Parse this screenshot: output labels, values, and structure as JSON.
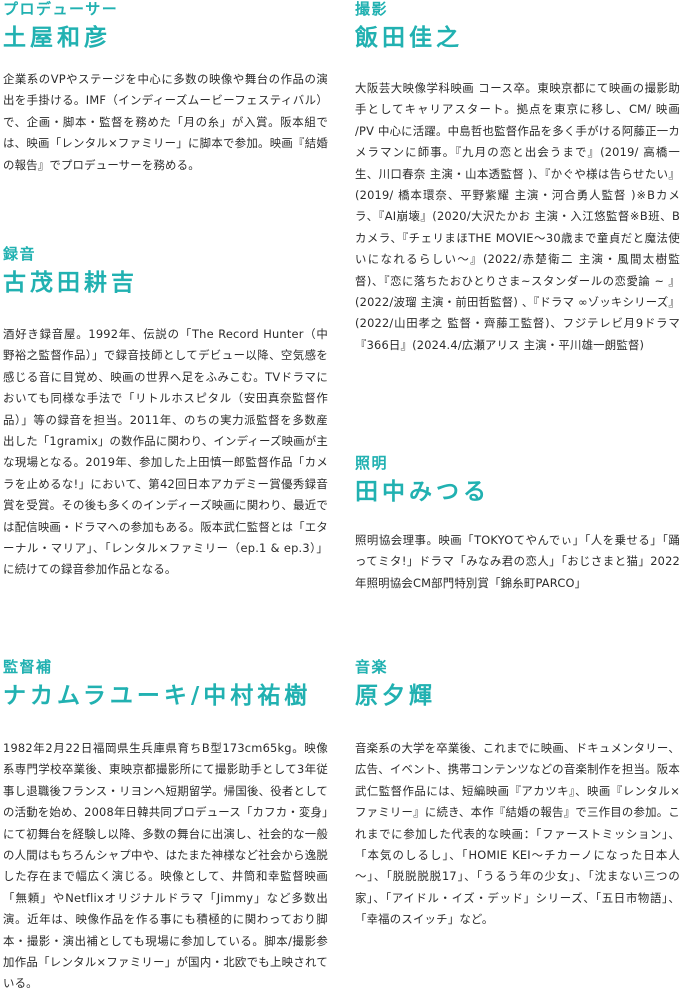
{
  "producer": {
    "role": "プロデューサー",
    "name": "土屋和彦",
    "bio": "企業系のVPやステージを中心に多数の映像や舞台の作品の演出を手掛ける。IMF（インディーズムービーフェスティバル）で、企画・脚本・監督を務めた「月の糸」が入賞。阪本組では、映画「レンタル×ファミリー」に脚本で参加。映画『結婚の報告』でプロデューサーを務める。"
  },
  "sound": {
    "role": "録音",
    "name": "古茂田耕吉",
    "bio": "酒好き録音屋。1992年、伝説の「The Record Hunter（中野裕之監督作品）」で録音技師としてデビュー以降、空気感を感じる音に目覚め、映画の世界へ足をふみこむ。TVドラマにおいても同様な手法で「リトルホスピタル（安田真奈監督作品）」等の録音を担当。2011年、のちの実力派監督を多数産出した「1gramix」の数作品に関わり、インディーズ映画が主な現場となる。2019年、参加した上田慎一郎監督作品「カメラを止めるな!」において、第42回日本アカデミー賞優秀録音賞を受賞。その後も多くのインディーズ映画に関わり、最近では配信映画・ドラマへの参加もある。阪本武仁監督とは「エターナル・マリア」、「レンタル×ファミリー（ep.1 & ep.3）」に続けての録音参加作品となる。"
  },
  "assistant_director": {
    "role": "監督補",
    "name": "ナカムラユーキ/中村祐樹",
    "bio": "1982年2月22日福岡県生兵庫県育ちB型173cm65kg。映像系専門学校卒業後、東映京都撮影所にて撮影助手として3年従事し退職後フランス・リヨンへ短期留学。帰国後、役者としての活動を始め、2008年日韓共同プロデュース「カフカ・変身」にて初舞台を経験し以降、多数の舞台に出演し、社会的な一般の人間はもちろんシャプ中や、はたまた神様など社会から逸脱した存在まで幅広く演じる。映像として、井筒和幸監督映画「無頼」やNetflixオリジナルドラマ「Jimmy」など多数出演。近年は、映像作品を作る事にも積極的に関わっており脚本・撮影・演出補としても現場に参加している。脚本/撮影参加作品「レンタル×ファミリー」が国内・北欧でも上映されている。"
  },
  "cinematography": {
    "role": "撮影",
    "name": "飯田佳之",
    "bio": "大阪芸大映像学科映画 コース卒。東映京都にて映画の撮影助手としてキャリアスタート。拠点を東京に移し、CM/ 映画 /PV 中心に活躍。中島哲也監督作品を多く手がける阿藤正一カメラマンに師事。『九月の恋と出会うまで』(2019/ 高橋一生、川口春奈 主演・山本透監督 )、『かぐや様は告らせたい』(2019/ 橋本環奈、平野紫耀 主演・河合勇人監督 )※Bカメラ、『AI崩壊』(2020/大沢たかお 主演・入江悠監督※B班、Bカメラ、『チェリまほTHE MOVIE～30歳まで童貞だと魔法使いになれるらしい～』(2022/赤楚衛二 主演・風間太樹監督)、『恋に落ちたおひとりさま~スタンダールの恋愛論 ~ 』(2022/波瑠 主演・前田哲監督) 、『ドラマ ∞ゾッキシリーズ』(2022/山田孝之 監督・齊藤工監督)、フジテレビ月9ドラマ『366日』(2024.4/広瀬アリス 主演・平川雄一朗監督)"
  },
  "lighting": {
    "role": "照明",
    "name": "田中みつる",
    "bio": "照明協会理事。映画「TOKYOてやんでぃ」「人を乗せる」「踊ってミタ!」ドラマ「みなみ君の恋人」「おじさまと猫」2022年照明協会CM部門特別賞「錦糸町PARCO」"
  },
  "music": {
    "role": "音楽",
    "name": "原夕輝",
    "bio": "音楽系の大学を卒業後、これまでに映画、ドキュメンタリー、広告、イベント、携帯コンテンツなどの音楽制作を担当。阪本武仁監督作品には、短編映画『アカツキ』、映画『レンタル×ファミリー』に続き、本作『結婚の報告』で三作目の参加。これまでに参加した代表的な映画：「ファーストミッション」、「本気のしるし」、「HOMIE KEI～チカーノになった日本人～」、「脱脱脱脱17」、「うるう年の少女」、「沈まない三つの家」、「アイドル・イズ・デッド」シリーズ、「五日市物語」、「幸福のスイッチ」など。"
  },
  "colors": {
    "heading_accent": "#21b1b1",
    "body_text": "#2b2b2b"
  }
}
